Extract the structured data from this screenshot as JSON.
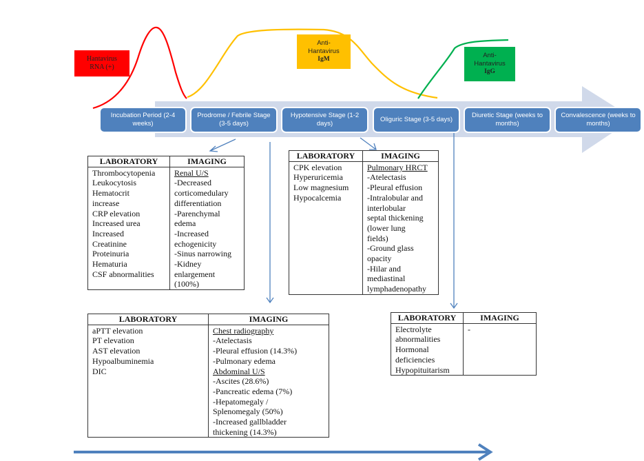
{
  "markers": {
    "rna": {
      "line1": "Hantavirus",
      "line2": "RNA (+)",
      "color": "#ff0000"
    },
    "igm": {
      "line1": "Anti-",
      "line2": "Hantavirus",
      "line3": "IgM",
      "color": "#ffc000"
    },
    "igg": {
      "line1": "Anti-",
      "line2": "Hantavirus",
      "line3": "IgG",
      "color": "#00b050"
    }
  },
  "curves": {
    "rna_color": "#ff0000",
    "igm_color": "#ffc000",
    "igg_color": "#00b050"
  },
  "timeline": {
    "arrow_color": "#d0d9ea",
    "stage_color": "#4f81bd",
    "stages": [
      {
        "label": "Incubation Period (2-4 weeks)"
      },
      {
        "label": "Prodrome / Febrile Stage (3-5 days)"
      },
      {
        "label": "Hypotensive Stage (1-2 days)"
      },
      {
        "label": "Oliguric Stage (3-5 days)"
      },
      {
        "label": "Diuretic Stage (weeks to months)"
      },
      {
        "label": "Convalescence (weeks to months)"
      }
    ]
  },
  "tables": {
    "febrile": {
      "header_lab": "LABORATORY",
      "header_img": "IMAGING",
      "lab": [
        "Thrombocytopenia",
        "Leukocytosis",
        "Hematocrit",
        "increase",
        "CRP elevation",
        "Increased urea",
        "Increased",
        "Creatinine",
        "Proteinuria",
        "Hematuria",
        "CSF abnormalities"
      ],
      "img_heading": "Renal U/S",
      "img": [
        "-Decreased",
        "corticomedulary",
        "differentiation",
        "-Parenchymal",
        "edema",
        "-Increased",
        "echogenicity",
        "-Sinus narrowing",
        "-Kidney",
        "enlargement",
        "(100%)"
      ]
    },
    "hypotensive": {
      "header_lab": "LABORATORY",
      "header_img": "IMAGING",
      "lab": [
        "CPK elevation",
        "Hyperuricemia",
        "Low magnesium",
        "Hypocalcemia"
      ],
      "img_heading": "Pulmonary HRCT",
      "img": [
        "-Atelectasis",
        "-Pleural effusion",
        "-Intralobular and",
        "interlobular",
        "septal thickening",
        "(lower lung",
        "fields)",
        "-Ground glass",
        "opacity",
        "-Hilar and",
        "mediastinal",
        "lymphadenopathy"
      ]
    },
    "febrile_late": {
      "header_lab": "LABORATORY",
      "header_img": "IMAGING",
      "lab": [
        "aPTT elevation",
        "PT elevation",
        "AST elevation",
        "Hypoalbuminemia",
        "DIC"
      ],
      "img_heading1": "Chest radiography",
      "img1": [
        "-Atelectasis",
        "-Pleural effusion (14.3%)",
        "-Pulmonary edema"
      ],
      "img_heading2": "Abdominal U/S",
      "img2": [
        "-Ascites (28.6%)",
        "-Pancreatic edema (7%)",
        "-Hepatomegaly /",
        "Splenomegaly (50%)",
        "-Increased gallbladder",
        "thickening (14.3%)"
      ]
    },
    "oliguric": {
      "header_lab": "LABORATORY",
      "header_img": "IMAGING",
      "lab": [
        "Electrolyte",
        "abnormalities",
        "Hormonal",
        "deficiencies",
        "Hypopituitarism"
      ],
      "img": [
        "-"
      ]
    }
  },
  "connectors": {
    "color": "#4f81bd"
  },
  "bottom_arrow": {
    "color": "#4f81bd"
  }
}
